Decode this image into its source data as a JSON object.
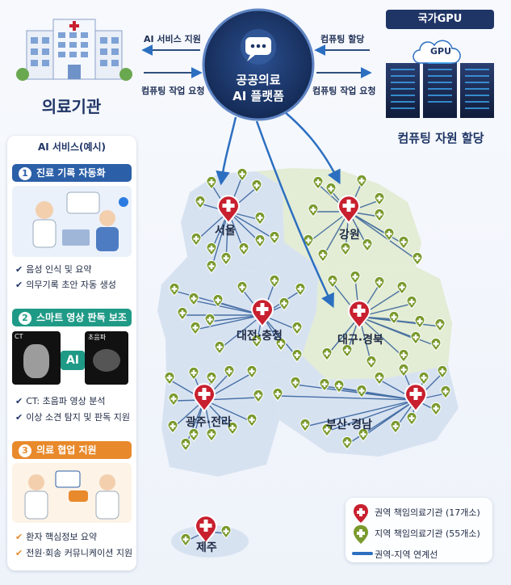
{
  "hospital": {
    "title": "의료기관"
  },
  "platform": {
    "title_line1": "공공의료",
    "title_line2": "AI 플랫폼"
  },
  "gpu": {
    "header": "국가GPU",
    "label": "GPU",
    "caption": "컴퓨팅 자원 할당"
  },
  "arrows": {
    "ai_service_support": "AI 서비스 지원",
    "computing_request_left": "컴퓨팅 작업 요청",
    "computing_allocation": "컴퓨팅 할당",
    "computing_request_right": "컴퓨팅 작업 요청"
  },
  "ai_services": {
    "title": "AI 서비스(예시)",
    "sections": [
      {
        "num": "1",
        "title": "진료 기록 자동화",
        "items": [
          "음성 인식 및 요약",
          "의무기록 초안 자동 생성"
        ]
      },
      {
        "num": "2",
        "title": "스마트 영상 판독 보조",
        "items": [
          "CT: 초음파 영상 분석",
          "이상 소견 탐지 및 판독 지원"
        ]
      },
      {
        "num": "3",
        "title": "의료 협업 지원",
        "items": [
          "환자 핵심정보 요약",
          "전원·회송 커뮤니케이션 지원"
        ]
      }
    ],
    "image_labels": {
      "ct": "CT",
      "ai": "AI",
      "ultrasound": "초음파"
    }
  },
  "regions": [
    "서울",
    "강원",
    "대전·충청",
    "대구·경북",
    "광주·전라",
    "부산·경남",
    "제주"
  ],
  "legend": {
    "regional": "권역 책임의료기관 (17개소)",
    "local": "지역 책임의료기관 (55개소)",
    "link": "권역-지역 연계선"
  },
  "colors": {
    "navy": "#1f3566",
    "red": "#c8202f",
    "green": "#7a9a2e",
    "teal": "#1f9a86",
    "orange": "#e8892b",
    "blue": "#2c6fc0"
  }
}
